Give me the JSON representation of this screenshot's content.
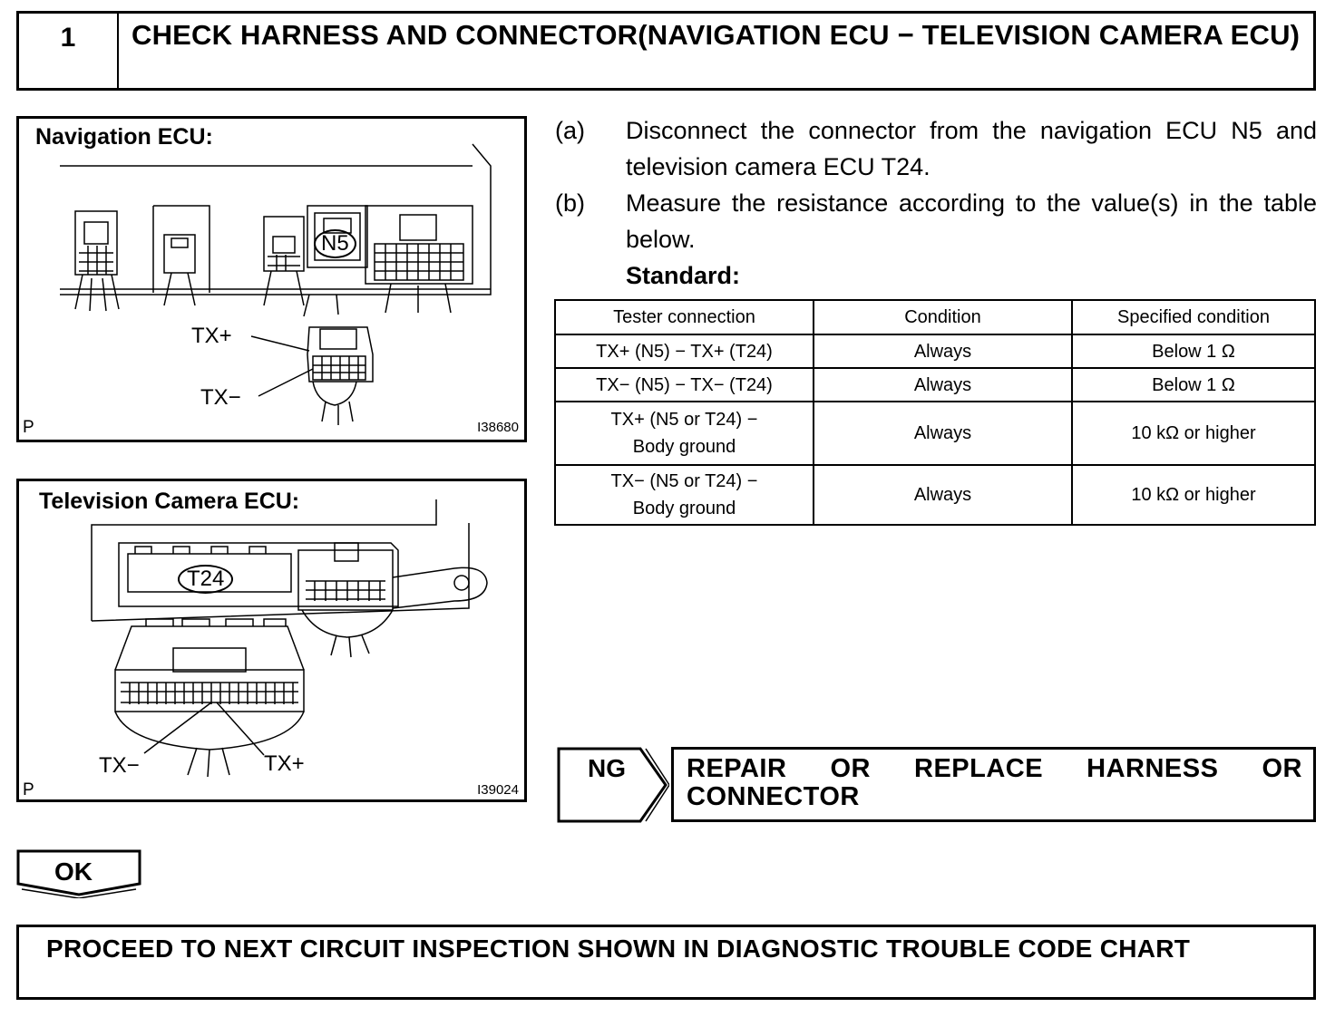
{
  "step": {
    "number": "1",
    "title": "CHECK HARNESS AND CONNECTOR(NAVIGATION ECU − TELEVISION CAMERA ECU)"
  },
  "figures": {
    "nav": {
      "title": "Navigation ECU:",
      "connector": "N5",
      "pin_tx_plus": "TX+",
      "pin_tx_minus": "TX−",
      "corner_letter": "P",
      "code": "I38680"
    },
    "tv": {
      "title": "Television Camera ECU:",
      "connector": "T24",
      "pin_tx_minus": "TX−",
      "pin_tx_plus": "TX+",
      "corner_letter": "P",
      "code": "I39024"
    }
  },
  "instructions": [
    {
      "letter": "(a)",
      "text": "Disconnect the connector from the navigation ECU N5 and television camera ECU T24."
    },
    {
      "letter": "(b)",
      "text": "Measure the resistance according to the value(s) in the table below."
    }
  ],
  "standard_label": "Standard:",
  "table": {
    "headers": [
      "Tester connection",
      "Condition",
      "Specified condition"
    ],
    "rows": [
      {
        "connection": "TX+ (N5) − TX+ (T24)",
        "condition": "Always",
        "spec": "Below 1 Ω"
      },
      {
        "connection": "TX− (N5) − TX− (T24)",
        "condition": "Always",
        "spec": "Below 1 Ω"
      },
      {
        "connection_l1": "TX+ (N5 or T24) −",
        "connection_l2": "Body ground",
        "condition": "Always",
        "spec": "10 kΩ or higher"
      },
      {
        "connection_l1": "TX− (N5 or T24) −",
        "connection_l2": "Body ground",
        "condition": "Always",
        "spec": "10 kΩ or higher"
      }
    ]
  },
  "ng": {
    "label": "NG",
    "action_line1": "REPAIR OR REPLACE HARNESS OR",
    "action_line2": "CONNECTOR"
  },
  "ok": {
    "label": "OK"
  },
  "proceed": {
    "text": "PROCEED TO NEXT CIRCUIT INSPECTION SHOWN IN DIAGNOSTIC TROUBLE CODE CHART"
  }
}
